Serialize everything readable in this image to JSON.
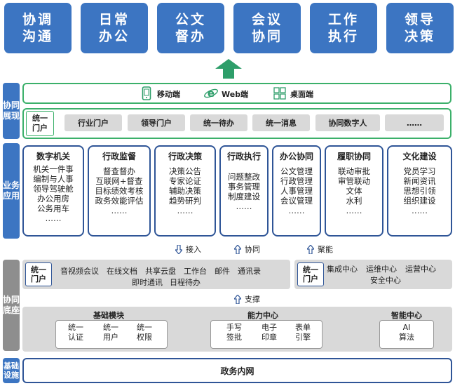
{
  "top_boxes": [
    {
      "line1": "协调",
      "line2": "沟通"
    },
    {
      "line1": "日常",
      "line2": "办公"
    },
    {
      "line1": "公文",
      "line2": "督办"
    },
    {
      "line1": "会议",
      "line2": "协同"
    },
    {
      "line1": "工作",
      "line2": "执行"
    },
    {
      "line1": "领导",
      "line2": "决策"
    }
  ],
  "layers": {
    "display": {
      "line1": "协同",
      "line2": "展现"
    },
    "business": {
      "line1": "业务",
      "line2": "应用"
    },
    "base": {
      "line1": "协同",
      "line2": "底座"
    },
    "infra": {
      "line1": "基础",
      "line2": "设施"
    }
  },
  "terminals": {
    "mobile": "移动端",
    "web": "Web端",
    "desktop": "桌面端"
  },
  "portal_row": {
    "unified_line1": "统一",
    "unified_line2": "门户",
    "items": [
      "行业门户",
      "领导门户",
      "统一待办",
      "统一消息",
      "协同数字人",
      "……"
    ]
  },
  "apps": [
    {
      "title": "数字机关",
      "items": [
        "机关一件事",
        "编制与人事",
        "领导驾驶舱",
        "办公用房",
        "公务用车",
        "……"
      ]
    },
    {
      "title": "行政监督",
      "items": [
        "督查督办",
        "互联网+督查",
        "目标绩效考核",
        "政务效能评估",
        "……"
      ]
    },
    {
      "title": "行政决策",
      "items": [
        "决策公告",
        "专家论证",
        "辅助决策",
        "趋势研判",
        "……"
      ]
    },
    {
      "title": "行政执行",
      "items": [
        "问题整改",
        "事务管理",
        "制度建设",
        "……"
      ]
    },
    {
      "title": "办公协同",
      "items": [
        "公文管理",
        "行政管理",
        "人事管理",
        "会议管理",
        "……"
      ]
    },
    {
      "title": "履职协同",
      "items": [
        "联动审批",
        "审管联动",
        "文体",
        "水利",
        "……"
      ]
    },
    {
      "title": "文化建设",
      "items": [
        "党员学习",
        "新闻资讯",
        "思想引领",
        "组织建设",
        "……"
      ]
    }
  ],
  "arrows_mid": {
    "access": "接入",
    "collab": "协同",
    "aggregate": "聚能"
  },
  "base_left": {
    "unified_line1": "统一",
    "unified_line2": "门户",
    "row1": [
      "音视频会议",
      "在线文档",
      "共享云盘",
      "工作台",
      "邮件",
      "通讯录"
    ],
    "row2": [
      "即时通讯",
      "日程待办"
    ]
  },
  "base_right": {
    "unified_line1": "统一",
    "unified_line2": "门户",
    "row1": [
      "集成中心",
      "运维中心",
      "运营中心"
    ],
    "row2": [
      "安全中心"
    ]
  },
  "support": "支撑",
  "modules": {
    "basic": {
      "title": "基础模块",
      "items": [
        [
          "统一",
          "认证"
        ],
        [
          "统一",
          "用户"
        ],
        [
          "统一",
          "权限"
        ]
      ]
    },
    "ability": {
      "title": "能力中心",
      "items": [
        [
          "手写",
          "签批"
        ],
        [
          "电子",
          "印章"
        ],
        [
          "表单",
          "引擎"
        ]
      ]
    },
    "smart": {
      "title": "智能中心",
      "items": [
        [
          "AI",
          "算法"
        ]
      ]
    }
  },
  "infra_text": "政务内网",
  "colors": {
    "blue": "#3c75c2",
    "dark_blue": "#2f5597",
    "green": "#3bb06a",
    "gray_label": "#8e8e8e",
    "green_arrow": "#2e9e6a"
  }
}
